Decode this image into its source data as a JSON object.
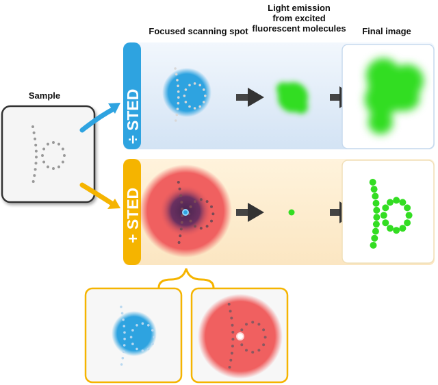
{
  "labels": {
    "sample": "Sample",
    "focused_spot": "Focused scanning spot",
    "light_emission_1": "Light emission",
    "light_emission_2": "from excited",
    "light_emission_3": "fluorescent molecules",
    "final_image": "Final image"
  },
  "rows": {
    "minus_sted": "÷ STED",
    "plus_sted": "+ STED"
  },
  "colors": {
    "blue": "#2ea3e0",
    "orange": "#f5b400",
    "green": "#33dd22",
    "red": "#f06060",
    "dot_gray": "#999999"
  }
}
